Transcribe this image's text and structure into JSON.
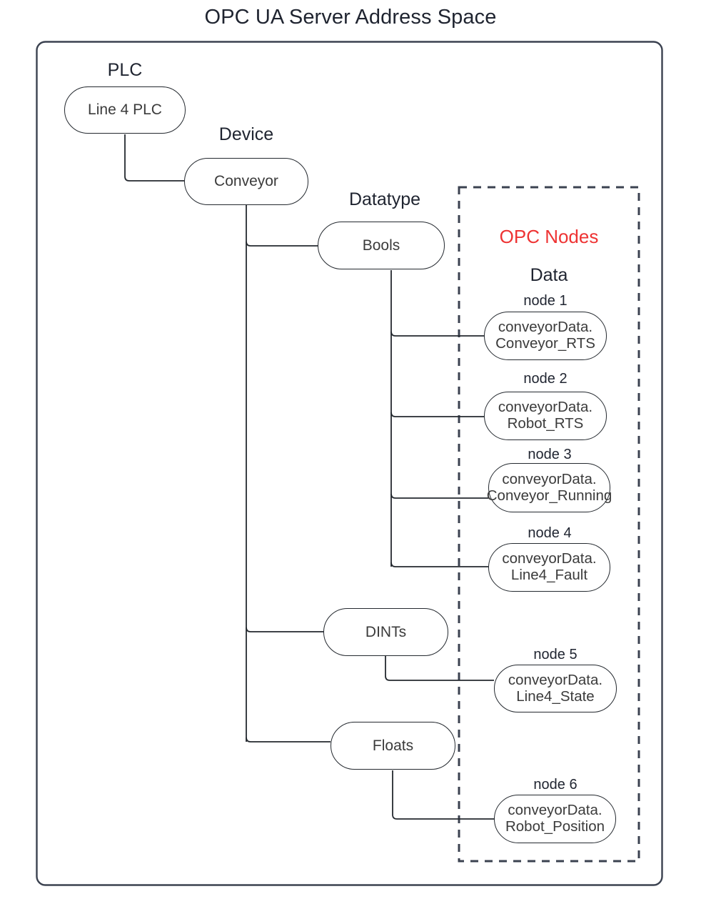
{
  "title": "OPC UA Server Address Space",
  "colors": {
    "stroke": "#24292f",
    "text": "#3b3b3b",
    "accent_red": "#ee3333",
    "background": "#ffffff"
  },
  "captions": {
    "plc": "PLC",
    "device": "Device",
    "datatype": "Datatype",
    "opc_nodes": "OPC Nodes",
    "data": "Data"
  },
  "tree": {
    "plc_node": "Line 4 PLC",
    "device_node": "Conveyor",
    "datatypes": [
      {
        "label": "Bools"
      },
      {
        "label": "DINTs"
      },
      {
        "label": "Floats"
      }
    ]
  },
  "opc_nodes": [
    {
      "caption": "node 1",
      "line1": "conveyorData.",
      "line2": "Conveyor_RTS"
    },
    {
      "caption": "node 2",
      "line1": "conveyorData.",
      "line2": "Robot_RTS"
    },
    {
      "caption": "node 3",
      "line1": "conveyorData.",
      "line2": "Conveyor_Running"
    },
    {
      "caption": "node 4",
      "line1": "conveyorData.",
      "line2": "Line4_Fault"
    },
    {
      "caption": "node 5",
      "line1": "conveyorData.",
      "line2": "Line4_State"
    },
    {
      "caption": "node 6",
      "line1": "conveyorData.",
      "line2": "Robot_Position"
    }
  ]
}
